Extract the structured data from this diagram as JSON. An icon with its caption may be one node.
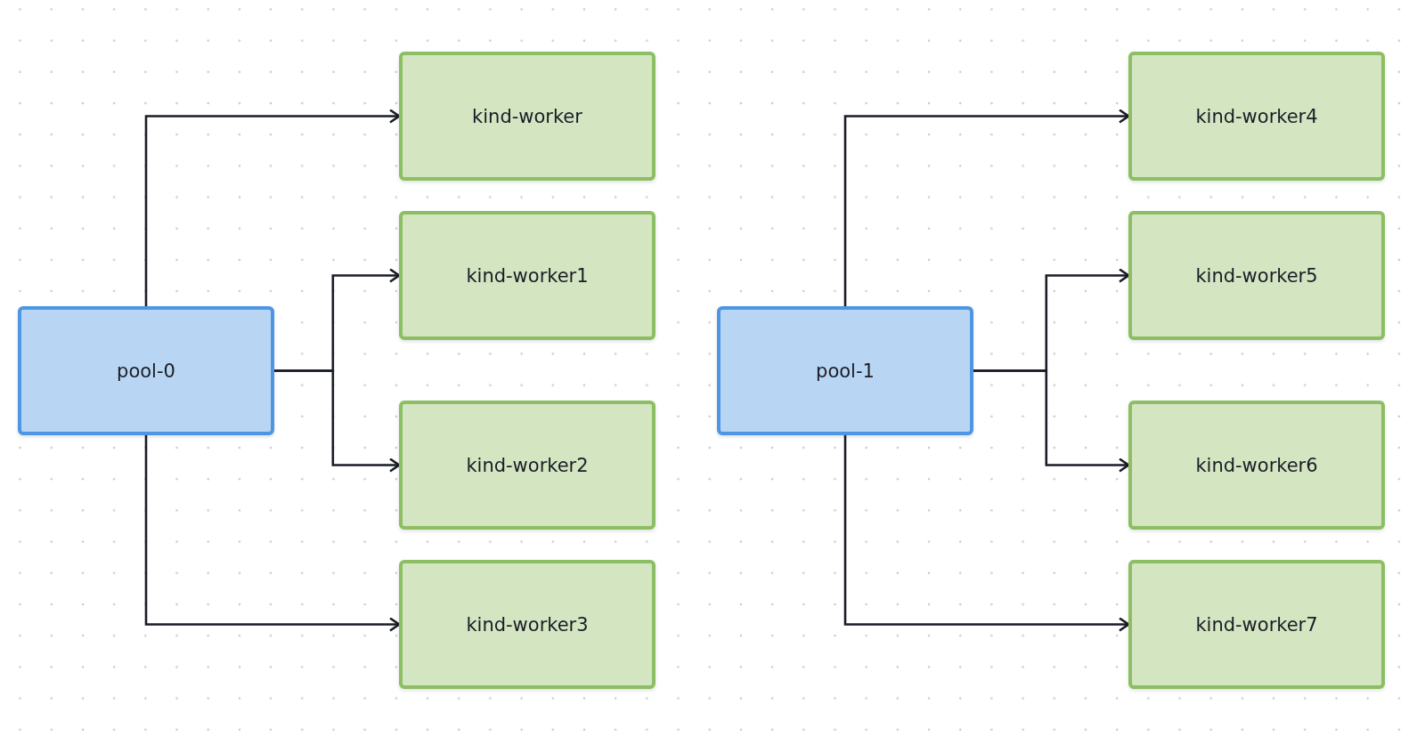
{
  "diagram": {
    "nodes": [
      {
        "text": [
          "pool-0"
        ]
      },
      {
        "text": [
          "kind-worker"
        ]
      },
      {
        "text": [
          "kind-worker1"
        ]
      },
      {
        "text": [
          "kind-worker2"
        ]
      },
      {
        "text": [
          "kind-worker3"
        ]
      },
      {
        "text": [
          "pool-1"
        ]
      },
      {
        "text": [
          "kind-worker4"
        ]
      },
      {
        "text": [
          "kind-worker5"
        ]
      },
      {
        "text": [
          "kind-worker6"
        ]
      },
      {
        "text": [
          "kind-worker7"
        ]
      }
    ],
    "edges": [
      {
        "from": 0,
        "to": 1,
        "arrow": "to"
      },
      {
        "from": 0,
        "to": 2,
        "arrow": "to"
      },
      {
        "from": 0,
        "to": 3,
        "arrow": "to"
      },
      {
        "from": 0,
        "to": 4,
        "arrow": "to"
      },
      {
        "from": 5,
        "to": 6,
        "arrow": "to"
      },
      {
        "from": 5,
        "to": 7,
        "arrow": "to"
      },
      {
        "from": 5,
        "to": 8,
        "arrow": "to"
      },
      {
        "from": 5,
        "to": 9,
        "arrow": "to"
      }
    ]
  }
}
